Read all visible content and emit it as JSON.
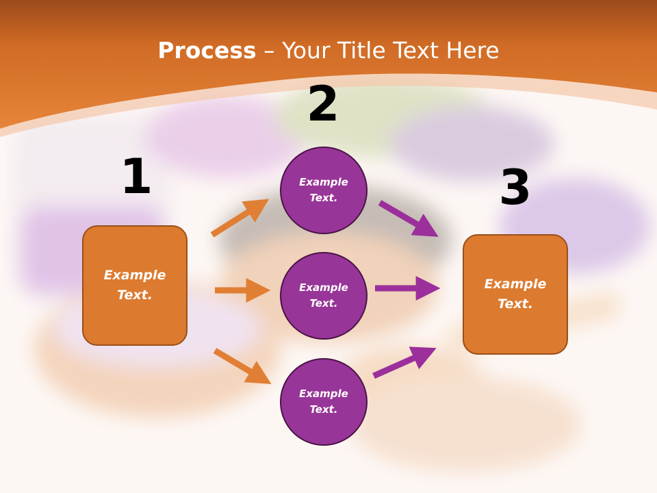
{
  "title": {
    "bold": "Process",
    "rest": " – Your Title Text Here"
  },
  "steps": [
    {
      "number": "1",
      "box_text": "Example\nText."
    },
    {
      "number": "2",
      "circles": [
        "Example\nText.",
        "Example\nText.",
        "Example\nText."
      ]
    },
    {
      "number": "3",
      "box_text": "Example\nText."
    }
  ],
  "colors": {
    "header": "#d8732b",
    "box_fill": "#dc7a2f",
    "circle_fill": "#983598",
    "arrow_orange": "#e07f33",
    "arrow_purple": "#9b2f9b"
  }
}
